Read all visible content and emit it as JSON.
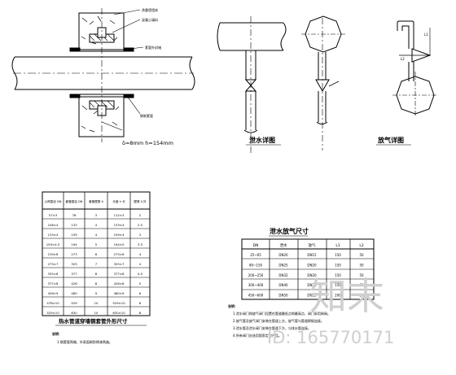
{
  "drawing": {
    "wall_detail": {
      "labels": [
        "承重墙墙体",
        "混凝土填料",
        "套管外封堵",
        "钢制套管"
      ],
      "dimension": "δ=8mm  h=154mm"
    },
    "drain_detail": {
      "caption": "泄水详图"
    },
    "vent_detail": {
      "caption": "放气详图",
      "dim_top": "L1",
      "dim_side": "L2"
    },
    "sleeve_table": {
      "headers": [
        "公称直径 DN",
        "套管直径 DN",
        "套管壁厚 δ",
        "长度 h 长",
        "壁厚 δ 外"
      ],
      "rows": [
        [
          "57×3",
          "76",
          "3",
          "112×3",
          "2"
        ],
        [
          "108×4",
          "133",
          "4",
          "133×4",
          "2.5"
        ],
        [
          "133×4",
          "159",
          "4",
          "159×4",
          "3"
        ],
        [
          "159×4.5",
          "194",
          "5",
          "194×5",
          "3.5"
        ],
        [
          "219×6",
          "273",
          "6",
          "273×6",
          "4"
        ],
        [
          "273×7",
          "325",
          "7",
          "325×7",
          "4"
        ],
        [
          "325×8",
          "377",
          "8",
          "377×8",
          "4.5"
        ],
        [
          "377×8",
          "426",
          "8",
          "426×8",
          "5"
        ],
        [
          "426×9",
          "480",
          "9",
          "480×9",
          "6"
        ],
        [
          "478×10",
          "529",
          "10",
          "529×10",
          "6"
        ],
        [
          "529×10",
          "630",
          "10",
          "630×10",
          "8"
        ]
      ],
      "caption": "热水管道穿墙钢套管外形尺寸",
      "note_title": "说明：",
      "note_lines": [
        "1.钢套管两端，外表面刷防锈漆两遍。"
      ]
    },
    "vent_table": {
      "title": "泄水放气尺寸",
      "headers": [
        "DN",
        "泄水",
        "放气",
        "L1",
        "L2"
      ],
      "rows": [
        [
          "25~65",
          "DN20",
          "DN15",
          "150",
          "50"
        ],
        [
          "80~150",
          "DN25",
          "DN20",
          "150",
          "50"
        ],
        [
          "200~250",
          "DN32",
          "DN20",
          "150",
          "50"
        ],
        [
          "300~400",
          "DN40",
          "DN25",
          "150",
          "50"
        ],
        [
          "450~600",
          "DN50",
          "DN25",
          "200",
          "50"
        ]
      ],
      "note_title": "说明：",
      "note_lines": [
        "1.泄水阀门和放气阀门设置在管道最低点和最高点，阀门采用闸阀。",
        "2.放气管及放气阀门安装在管道上方，放气管与管道焊接连接。",
        "3.泄水管及泄水阀门安装在管道下方，与排水管连接。",
        "4.所有阀门应选用国家定型产品。"
      ]
    },
    "watermark": {
      "brand": "知末",
      "id_text": "ID: 165770171"
    }
  }
}
